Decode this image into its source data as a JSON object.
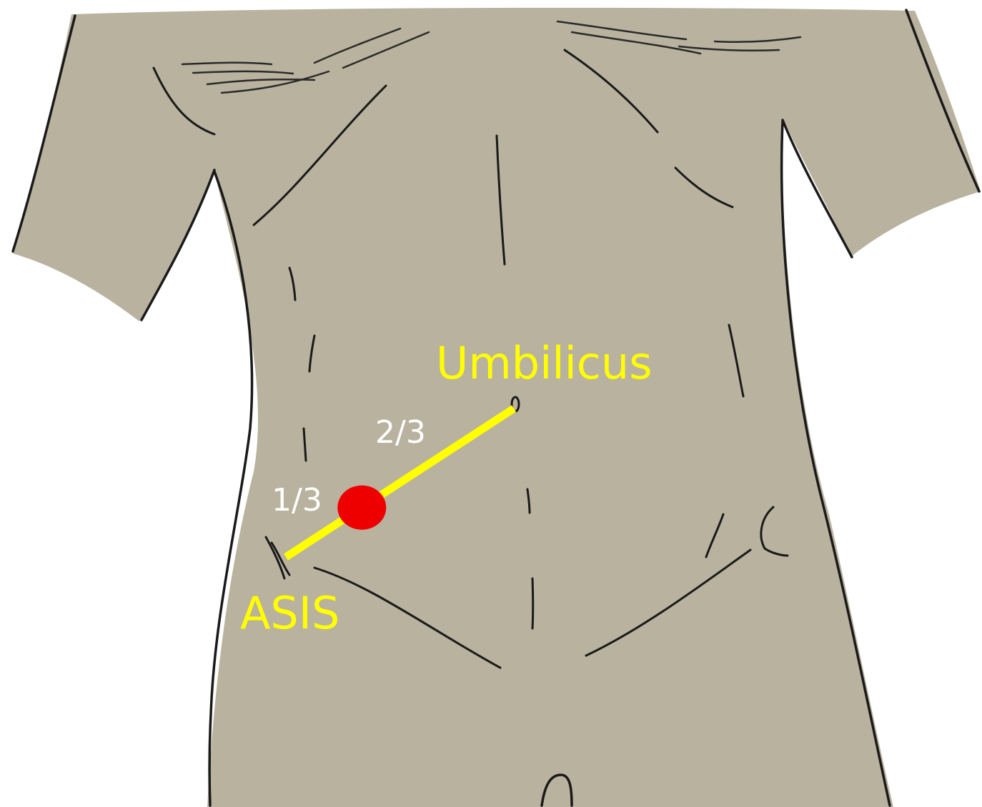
{
  "labels": {
    "umbilicus": "Umbilicus",
    "asis": "ASIS",
    "near_third": "1/3",
    "far_third": "2/3"
  },
  "colors": {
    "skin": "#b9b29f",
    "outline": "#1a1a1a",
    "line": "#ffff00",
    "point": "#ee0000",
    "fraction_text": "#ffffff",
    "landmark_text": "#ffff00"
  },
  "marker": {
    "fraction_from_asis": 0.3333
  }
}
